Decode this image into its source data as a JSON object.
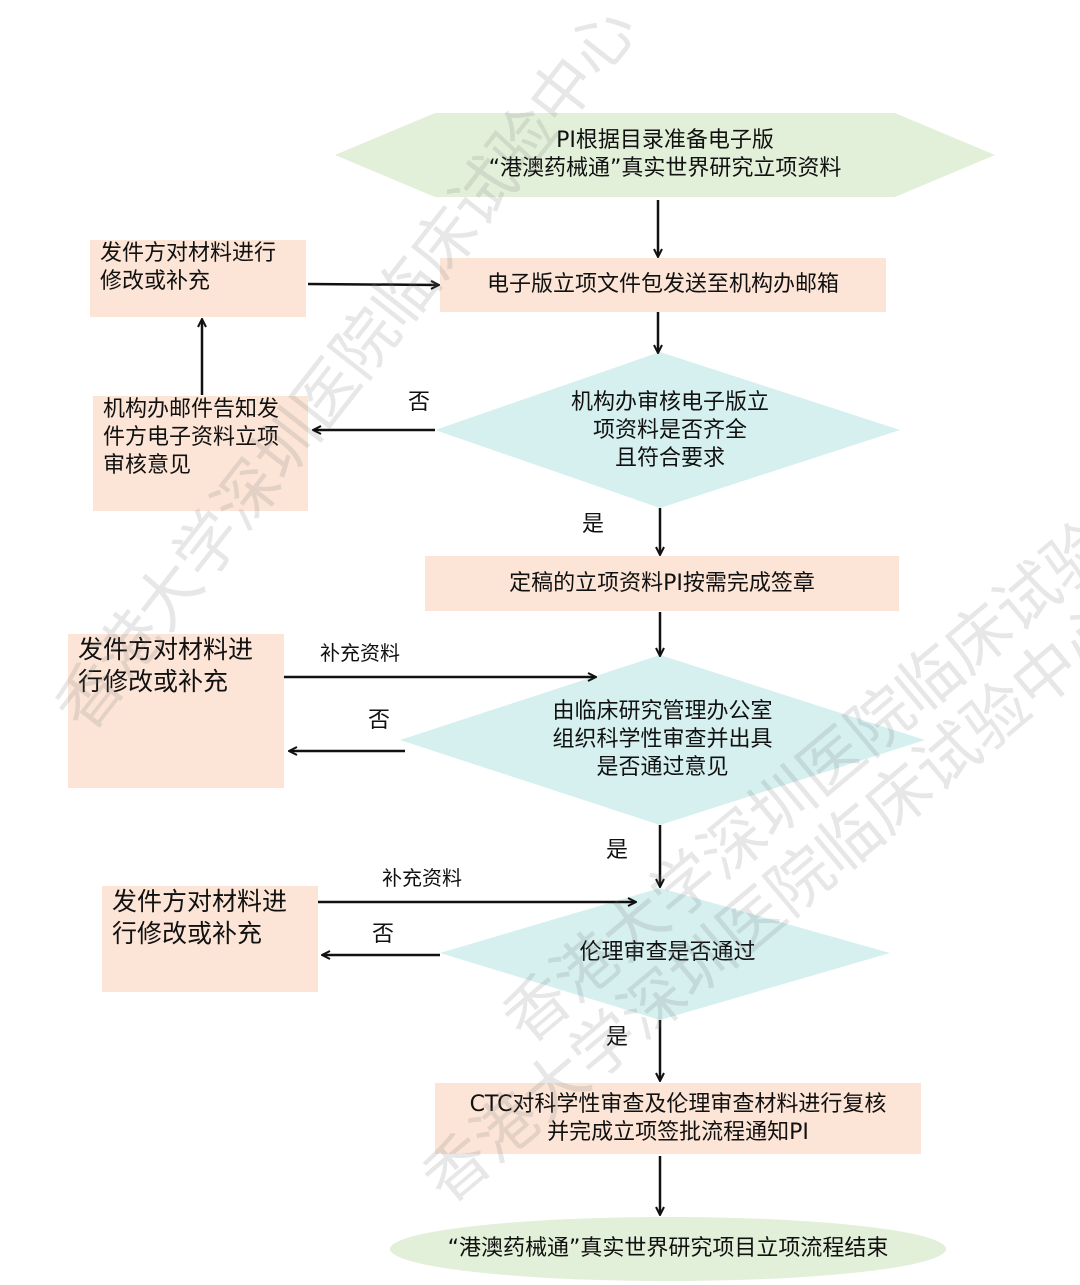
{
  "nodes": {
    "start_line1": "PI根据目录准备电子版",
    "start_line2": "“港澳药械通”真实世界研究立项资料",
    "send_email": "电子版立项文件包发送至机构办邮箱",
    "decision1_line1": "机构办审核电子版立",
    "decision1_line2": "项资料是否齐全",
    "decision1_line3": "且符合要求",
    "notify_line1": "机构办邮件告知发",
    "notify_line2": "件方电子资料立项",
    "notify_line3": "审核意见",
    "revise1_line1": "发件方对材料进行",
    "revise1_line2": "修改或补充",
    "sign": "定稿的立项资料PI按需完成签章",
    "decision2_line1": "由临床研究管理办公室",
    "decision2_line2": "组织科学性审查并出具",
    "decision2_line3": "是否通过意见",
    "revise2_line1": "发件方对材料进",
    "revise2_line2": "行修改或补充",
    "decision3": "伦理审查是否通过",
    "revise3_line1": "发件方对材料进",
    "revise3_line2": "行修改或补充",
    "ctc_line1": "CTC对科学性审查及伦理审查材料进行复核",
    "ctc_line2": "并完成立项签批流程通知PI",
    "end": "“港澳药械通”真实世界研究项目立项流程结束"
  },
  "labels": {
    "no": "否",
    "yes": "是",
    "supplement": "补充资料"
  },
  "watermarks": {
    "text1": "香港大学深圳医院临床试验中心",
    "text2": "香港大学深圳医院临床试验中心",
    "text3": "香港大学深圳医院临床试验中心"
  },
  "colors": {
    "terminal_fill": "#e2efd9",
    "process_fill": "#fce4d6",
    "decision_fill": "#d5f0ef",
    "arrow": "#111111"
  }
}
